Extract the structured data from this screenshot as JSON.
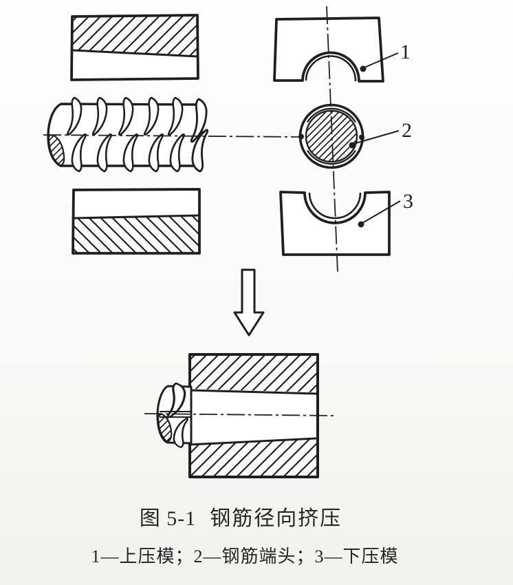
{
  "figure": {
    "caption": {
      "number": "图 5-1",
      "title": "钢筋径向挤压"
    },
    "legend_text": "1—上压模；2—钢筋端头；3—下压模",
    "legend_items": [
      {
        "label": "1",
        "term": "上压模"
      },
      {
        "label": "2",
        "term": "钢筋端头"
      },
      {
        "label": "3",
        "term": "下压模"
      }
    ],
    "callouts": {
      "upper_die": {
        "label": "1"
      },
      "rebar_end": {
        "label": "2"
      },
      "lower_die": {
        "label": "3"
      }
    },
    "colors": {
      "ink": "#1f1f1f",
      "paper": "#fbfaf8"
    }
  }
}
